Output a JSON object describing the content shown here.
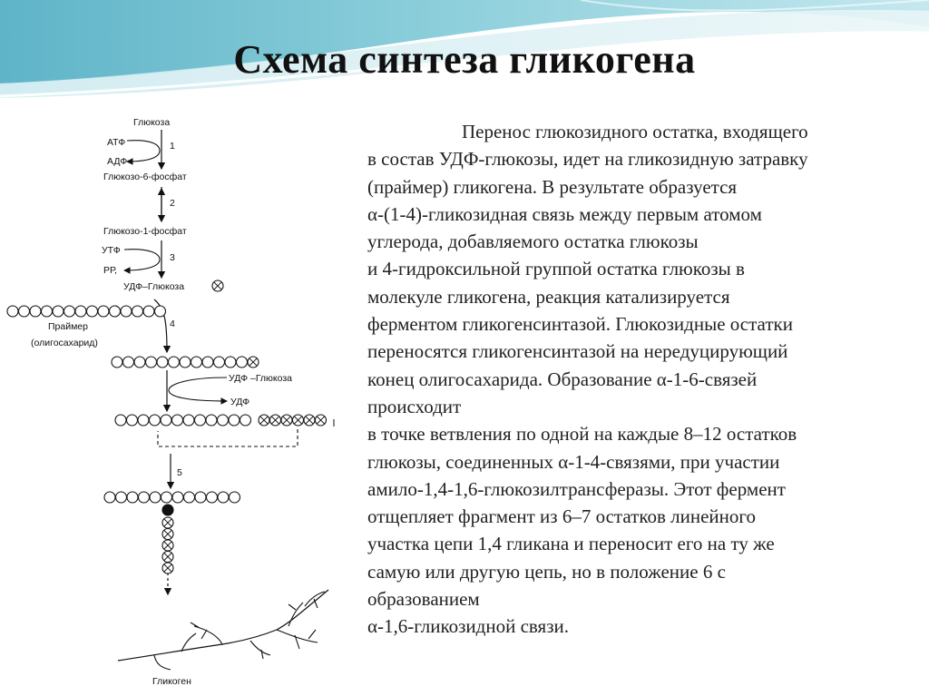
{
  "title": "Схема синтеза гликогена",
  "diagram": {
    "glucose": "Глюкоза",
    "atp": "АТФ",
    "adp": "АДФ",
    "g6p": "Глюкозо-6-фосфат",
    "g1p": "Глюкозо-1-фосфат",
    "utp": "УТФ",
    "ppi": "РР,",
    "udp_glucose": "УДФ–Глюкоза",
    "primer": "Праймер",
    "oligosaccharide": "(олигосахарид)",
    "udp_glucose_2": "УДФ –Глюкоза",
    "udp": "УДФ",
    "glycogen": "Гликоген",
    "steps": [
      "1",
      "2",
      "3",
      "4",
      "5"
    ]
  },
  "text_lines": [
    "Перенос глюкозидного остатка, входящего",
    "в состав УДФ-глюкозы, идет на гликозидную затравку",
    "(праймер) гликогена. В результате образуется",
    "α-(1-4)-гликозидная связь между первым атомом",
    "углерода, добавляемого остатка глюкозы",
    "и 4-гидроксильной группой остатка глюкозы в",
    "молекуле гликогена, реакция катализируется",
    "ферментом гликогенсинтазой. Глюкозидные остатки",
    "переносятся гликогенсинтазой на нередуцирующий",
    "конец олигосахарида. Образование α-1-6-связей",
    "происходит",
    "в точке ветвления по одной на каждые 8–12 остатков",
    "глюкозы, соединенных α-1-4-связями, при участии",
    "амило-1,4-1,6-глюкозилтрансферазы. Этот фермент",
    "отщепляет фрагмент из 6–7 остатков линейного",
    "участка цепи 1,4 гликана и переносит его на ту же",
    "самую или другую цепь, но в положение 6 с",
    "образованием",
    "α-1,6-гликозидной связи."
  ]
}
